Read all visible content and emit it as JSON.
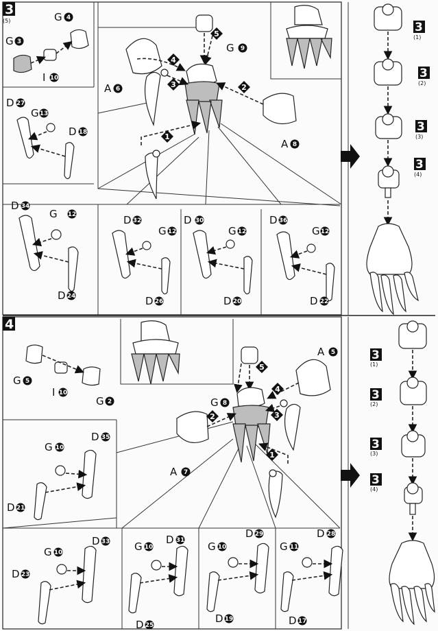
{
  "sections": [
    {
      "step": "3",
      "sub": "(5)",
      "insets": [
        {
          "labels": [
            "G",
            "G",
            "I"
          ],
          "nums": [
            "4",
            "3",
            "10"
          ]
        },
        {
          "labels": [
            "D",
            "G",
            "D"
          ],
          "nums": [
            "27",
            "13",
            "18"
          ]
        },
        {
          "labels": [
            "D",
            "G",
            "D"
          ],
          "nums": [
            "34",
            "12",
            "24"
          ]
        },
        {
          "labels": [
            "D",
            "G",
            "D"
          ],
          "nums": [
            "32",
            "12",
            "26"
          ]
        },
        {
          "labels": [
            "D",
            "G",
            "D"
          ],
          "nums": [
            "30",
            "12",
            "20"
          ]
        },
        {
          "labels": [
            "D",
            "G",
            "D"
          ],
          "nums": [
            "36",
            "12",
            "22"
          ]
        }
      ],
      "main": {
        "labels": [
          "G",
          "A",
          "A"
        ],
        "nums": [
          "9",
          "6",
          "8"
        ],
        "order": [
          "1",
          "2",
          "3",
          "4",
          "5"
        ]
      },
      "sequence": [
        {
          "step": "3",
          "sub": "(1)"
        },
        {
          "step": "3",
          "sub": "(2)"
        },
        {
          "step": "3",
          "sub": "(3)"
        },
        {
          "step": "3",
          "sub": "(4)"
        }
      ]
    },
    {
      "step": "4",
      "sub": "",
      "insets": [
        {
          "labels": [
            "G",
            "I",
            "G"
          ],
          "nums": [
            "5",
            "10",
            "2"
          ]
        },
        {
          "labels": [
            "G",
            "D",
            "D"
          ],
          "nums": [
            "10",
            "35",
            "21"
          ]
        },
        {
          "labels": [
            "G",
            "D",
            "D"
          ],
          "nums": [
            "10",
            "33",
            "23"
          ]
        },
        {
          "labels": [
            "G",
            "D",
            "D"
          ],
          "nums": [
            "10",
            "31",
            "25"
          ]
        },
        {
          "labels": [
            "G",
            "D",
            "D"
          ],
          "nums": [
            "10",
            "29",
            "19"
          ]
        },
        {
          "labels": [
            "G",
            "D",
            "D"
          ],
          "nums": [
            "11",
            "28",
            "17"
          ]
        }
      ],
      "main": {
        "labels": [
          "A",
          "G",
          "A"
        ],
        "nums": [
          "5",
          "8",
          "7"
        ],
        "order": [
          "1",
          "2",
          "3",
          "4",
          "5"
        ]
      },
      "sequence": [
        {
          "step": "3",
          "sub": "(1)"
        },
        {
          "step": "3",
          "sub": "(2)"
        },
        {
          "step": "3",
          "sub": "(3)"
        },
        {
          "step": "3",
          "sub": "(4)"
        }
      ]
    }
  ]
}
